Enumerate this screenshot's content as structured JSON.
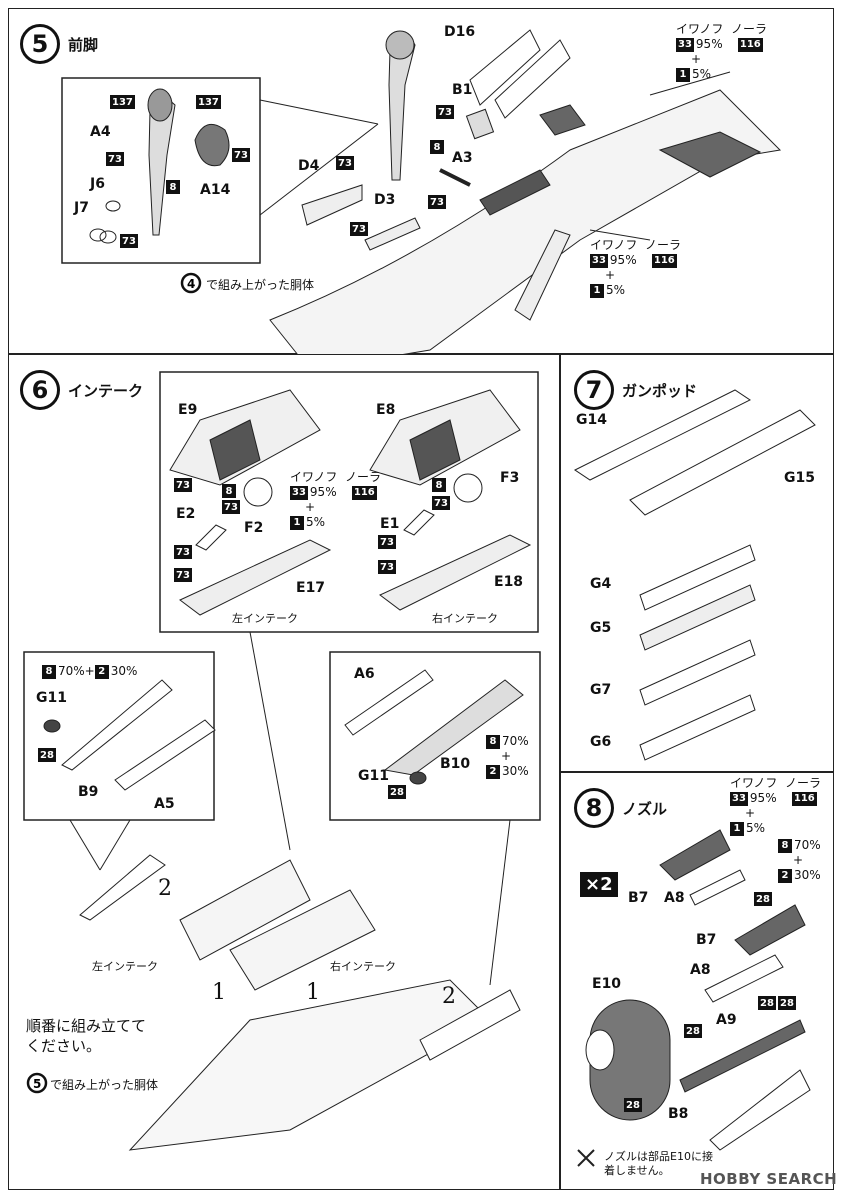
{
  "step5": {
    "number": "5",
    "title": "前脚",
    "parts": {
      "d16": "D16",
      "b1": "B1",
      "a3": "A3",
      "d4": "D4",
      "d3": "D3",
      "a4": "A4",
      "j6": "J6",
      "j7": "J7",
      "a14": "A14"
    },
    "fuselage_note": "で組み上がった胴体",
    "fuselage_ref": "4"
  },
  "step6": {
    "number": "6",
    "title": "インテーク",
    "parts": {
      "e9": "E9",
      "e8": "E8",
      "e2": "E2",
      "e1": "E1",
      "f2": "F2",
      "f3": "F3",
      "e17": "E17",
      "e18": "E18",
      "a6": "A6",
      "g11a": "G11",
      "g11b": "G11",
      "b9": "B9",
      "a5": "A5",
      "b10": "B10"
    },
    "left_intake": "左インテーク",
    "right_intake": "右インテーク",
    "order_note": "順番に組み立ててください。",
    "fuselage_ref": "5",
    "fuselage_note": "で組み上がった胴体",
    "num1": "1",
    "num2": "2"
  },
  "step7": {
    "number": "7",
    "title": "ガンポッド",
    "parts": {
      "g14": "G14",
      "g15": "G15",
      "g4": "G4",
      "g5": "G5",
      "g7": "G7",
      "g6": "G6"
    }
  },
  "step8": {
    "number": "8",
    "title": "ノズル",
    "multiplier": "×2",
    "parts": {
      "b7a": "B7",
      "a8a": "A8",
      "b7b": "B7",
      "a8b": "A8",
      "e10": "E10",
      "a9": "A9",
      "b8": "B8"
    },
    "note": "ノズルは部品E10に接着しません。"
  },
  "colors": {
    "iwanof": "イワノフ",
    "nora": "ノーラ",
    "c33": "33",
    "c1": "1",
    "c116": "116",
    "p95": "95%",
    "p5": "5%",
    "c8": "8",
    "c2": "2",
    "p70": "70%",
    "p30": "30%",
    "plus": "+",
    "c73": "73",
    "c137": "137",
    "c28": "28"
  },
  "watermark": "HOBBY SEARCH"
}
